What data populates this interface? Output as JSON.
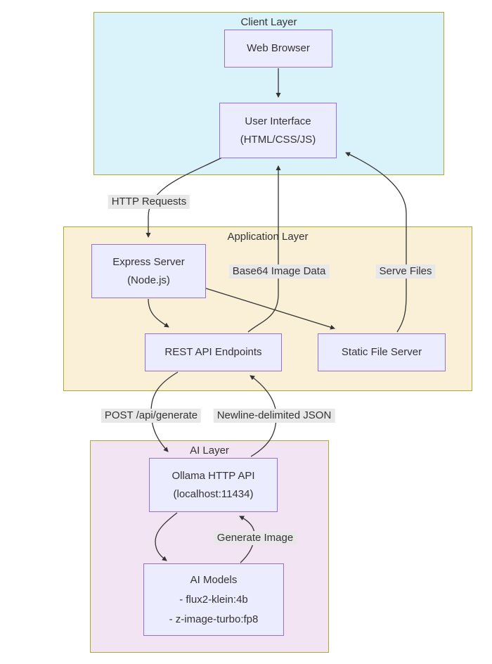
{
  "clusters": {
    "client": {
      "title": "Client Layer"
    },
    "application": {
      "title": "Application Layer"
    },
    "ai": {
      "title": "AI Layer"
    }
  },
  "nodes": {
    "web_browser": {
      "lines": [
        "Web Browser"
      ]
    },
    "user_interface": {
      "lines": [
        "User Interface",
        "(HTML/CSS/JS)"
      ]
    },
    "express_server": {
      "lines": [
        "Express Server",
        "(Node.js)"
      ]
    },
    "rest_api": {
      "lines": [
        "REST API Endpoints"
      ]
    },
    "static_file_server": {
      "lines": [
        "Static File Server"
      ]
    },
    "ollama": {
      "lines": [
        "Ollama HTTP API",
        "(localhost:11434)"
      ]
    },
    "ai_models": {
      "lines": [
        "AI Models",
        "- flux2-klein:4b",
        "- z-image-turbo:fp8"
      ]
    }
  },
  "edge_labels": {
    "http_requests": "HTTP Requests",
    "base64": "Base64 Image Data",
    "serve_files": "Serve Files",
    "post_generate": "POST /api/generate",
    "ndjson": "Newline-delimited JSON",
    "generate_image": "Generate Image"
  },
  "colors": {
    "client_bg": "#daf2fa",
    "application_bg": "#faf0d7",
    "ai_bg": "#f3e4f3",
    "cluster_border": "#aaaa33",
    "node_bg": "#ececff",
    "node_border": "#9370db",
    "edge_color": "#333333",
    "label_bg": "#e8e8e8"
  }
}
